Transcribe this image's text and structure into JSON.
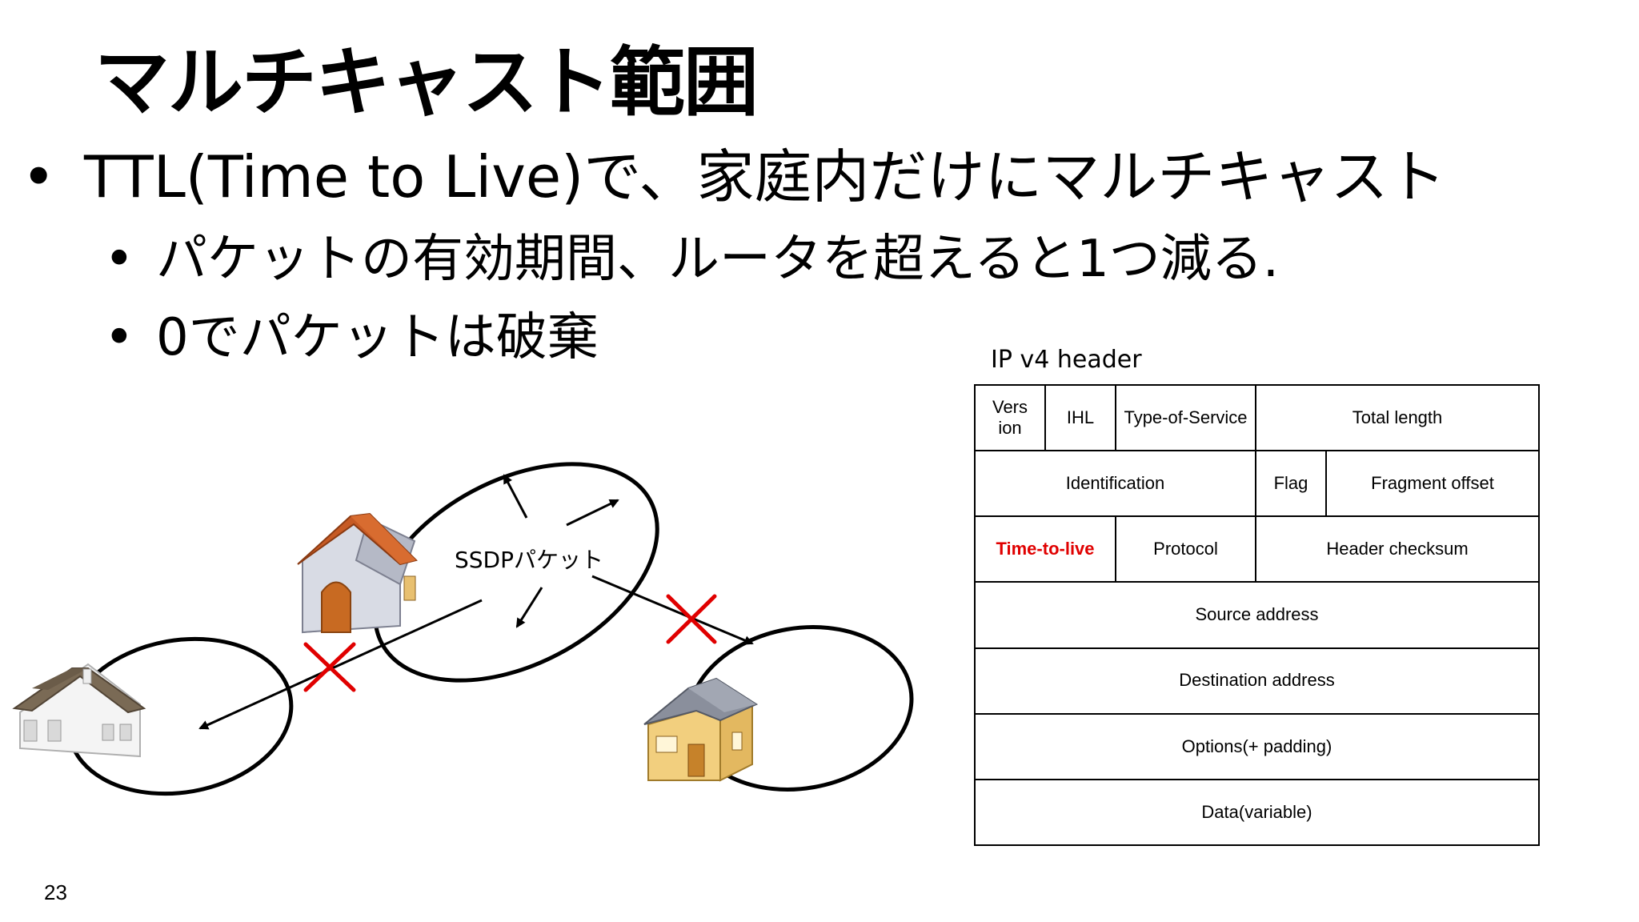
{
  "slide": {
    "title": "マルチキャスト範囲",
    "bullets": [
      {
        "text": "TTL(Time to Live)で、家庭内だけにマルチキャスト",
        "level": 1
      },
      {
        "text": "パケットの有効期間、ルータを超えると1つ減る.",
        "level": 2
      },
      {
        "text": "0でパケットは破棄",
        "level": 2
      }
    ],
    "bullet_glyph": "•",
    "page_number": "23"
  },
  "diagram": {
    "packet_label": "SSDPパケット",
    "blocked_mark_color": "#e00000",
    "icons": [
      "house-orange-roof-icon",
      "house-brown-roof-icon",
      "house-gray-roof-icon"
    ]
  },
  "ip_header": {
    "caption": "IP v4 header",
    "rows": [
      [
        "Vers ion",
        "IHL",
        "Type-of-Service",
        "Total length"
      ],
      [
        "Identification",
        "Flag",
        "Fragment offset"
      ],
      [
        "Time-to-live",
        "Protocol",
        "Header checksum"
      ],
      [
        "Source address"
      ],
      [
        "Destination address"
      ],
      [
        "Options(+ padding)"
      ],
      [
        "Data(variable)"
      ]
    ],
    "highlight_field": "Time-to-live",
    "highlight_color": "#e00000"
  }
}
